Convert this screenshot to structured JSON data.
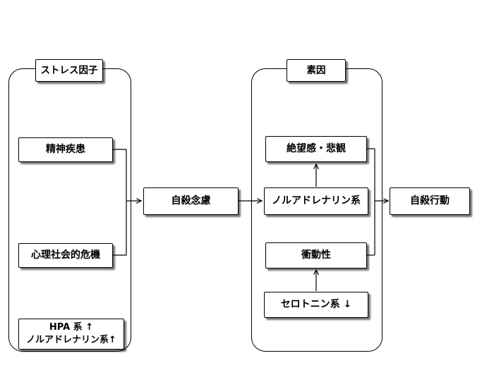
{
  "diagram": {
    "stress_group": {
      "label": "ストレス因子",
      "mental_illness": "精神疾患",
      "psychosocial_crisis": "心理社会的危機",
      "hpa_line1": "HPA 系 ↑",
      "hpa_line2": "ノルアドレナリン系↑"
    },
    "suicidal_ideation": "自殺念慮",
    "diathesis_group": {
      "label": "素因",
      "hopelessness": "絶望感・悲観",
      "noradrenaline": "ノルアドレナリン系",
      "impulsivity": "衝動性",
      "serotonin": "セロトニン系 ↓"
    },
    "suicidal_behavior": "自殺行動",
    "edges": [
      {
        "from": "精神疾患",
        "to": "自殺念慮"
      },
      {
        "from": "心理社会的危機",
        "to": "自殺念慮"
      },
      {
        "from": "自殺念慮",
        "to": "ノルアドレナリン系"
      },
      {
        "from": "ノルアドレナリン系",
        "to": "絶望感・悲観"
      },
      {
        "from": "セロトニン系 ↓",
        "to": "衝動性"
      },
      {
        "from": "絶望感・悲観",
        "to": "自殺行動"
      },
      {
        "from": "衝動性",
        "to": "自殺行動"
      }
    ]
  }
}
